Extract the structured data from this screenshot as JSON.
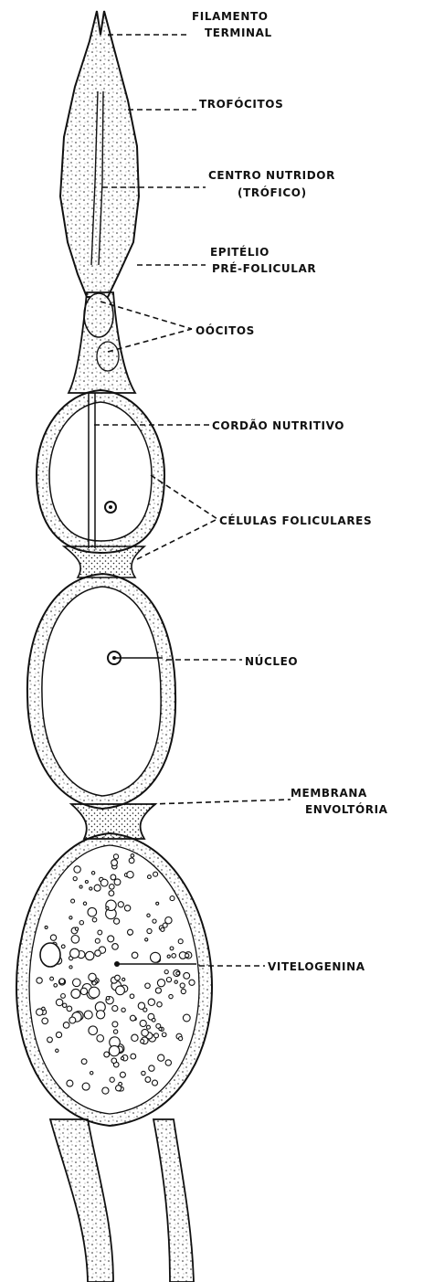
{
  "diagram": {
    "labels": {
      "filamento_1": "FILAMENTO",
      "filamento_2": "TERMINAL",
      "trofocitos": "TROFÓCITOS",
      "centro_1": "CENTRO NUTRIDOR",
      "centro_2": "(TRÓFICO)",
      "epitelio_1": "EPITÉLIO",
      "epitelio_2": "PRÉ-FOLICULAR",
      "oocitos": "OÓCITOS",
      "cordao": "CORDÃO NUTRITIVO",
      "celulas": "CÉLULAS FOLICULARES",
      "nucleo": "NÚCLEO",
      "membrana_1": "MEMBRANA",
      "membrana_2": "ENVOLTÓRIA",
      "vitelogenina": "VITELOGENINA"
    },
    "colors": {
      "ink": "#111111",
      "background": "#ffffff"
    }
  }
}
